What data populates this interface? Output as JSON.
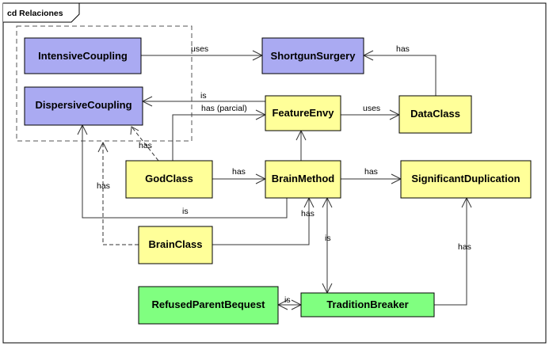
{
  "frame": {
    "title": "cd Relaciones"
  },
  "colors": {
    "blue": "#aaaaf2",
    "yellow": "#ffff99",
    "green": "#80ff80",
    "stroke": "#000000",
    "line": "#333333"
  },
  "nodes": {
    "intensive_coupling": "IntensiveCoupling",
    "dispersive_coupling": "DispersiveCoupling",
    "shotgun_surgery": "ShortgunSurgery",
    "feature_envy": "FeatureEnvy",
    "data_class": "DataClass",
    "god_class": "GodClass",
    "brain_method": "BrainMethod",
    "significant_duplication": "SignificantDuplication",
    "brain_class": "BrainClass",
    "refused_parent_bequest": "RefusedParentBequest",
    "tradition_breaker": "TraditionBreaker"
  },
  "edges": {
    "intensive_shotgun": "uses",
    "data_shotgun": "has",
    "feature_dispersive_is": "is",
    "god_feature_partial": "has (parcial)",
    "feature_data": "uses",
    "god_dispersive": "has",
    "god_brain": "has",
    "brain_significant": "has",
    "brain_dispersive": "is",
    "brainclass_dispersive": "has",
    "brainclass_brainmethod": "has",
    "tradition_brainmethod": "is",
    "refused_tradition": "is",
    "tradition_significant": "has"
  }
}
